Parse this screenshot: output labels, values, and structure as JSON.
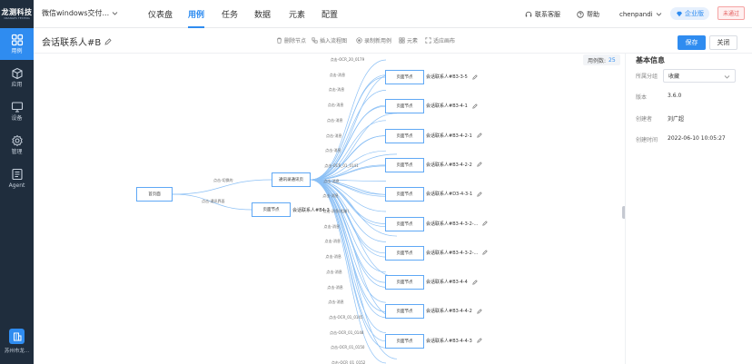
{
  "brand": {
    "logo_text": "龙测科技",
    "logo_sub": "ORANGES TESTING"
  },
  "sidebar": {
    "items": [
      {
        "label": "用例",
        "icon": "grid-icon",
        "active": true
      },
      {
        "label": "应用",
        "icon": "cube-icon",
        "active": false
      },
      {
        "label": "设备",
        "icon": "monitor-icon",
        "active": false
      },
      {
        "label": "管理",
        "icon": "gear-icon",
        "active": false
      },
      {
        "label": "Agent",
        "icon": "list-icon",
        "active": false
      }
    ],
    "org_name": "苏州市龙..."
  },
  "topbar": {
    "project": "微信windows交付...",
    "menus": [
      "仪表盘",
      "用例",
      "任务",
      "数据",
      "元素",
      "配置"
    ],
    "active_menu": "用例",
    "support": "联系客服",
    "help": "帮助",
    "user": "chenpandi",
    "edition": "企业版",
    "unpaid": "未通过"
  },
  "header": {
    "title": "会话联系人#B",
    "tools": [
      "删除节点",
      "插入流程图",
      "录制新用例",
      "元素",
      "适应画布"
    ],
    "save": "保存",
    "close": "关闭"
  },
  "canvas": {
    "case_count_label": "用例数:",
    "case_count": "25",
    "root_node": "首页面",
    "mid_nodes": [
      "通讯录通讯页",
      "页面节点"
    ],
    "edge_labels_left": [
      "点击-切换的",
      "点击-通讯界面"
    ],
    "mid_leaf_label": "会话联系人#B4-3",
    "leaf_node_text": "页面节点",
    "leaves": [
      "会话联系人#B3-3-5",
      "会话联系人#B3-4-1",
      "会话联系人#B3-4-2-1",
      "会话联系人#B3-4-2-2",
      "会话联系人#D3-4-3-1",
      "会话联系人#B3-4-3-2-...",
      "会话联系人#B3-4-3-2-...",
      "会话联系人#B3-4-4",
      "会话联系人#B3-4-4-2",
      "会话联系人#B3-4-4-3"
    ],
    "fan_labels": [
      "点击-OCR_20_0179",
      "点击-消息",
      "点击-消息",
      "点击-消息",
      "点击-消息",
      "点击-消息",
      "点击-消息",
      "点击-OCR_01_0141",
      "点击-消息",
      "点击-消息",
      "点击-消息(相册)",
      "点击-消息",
      "点击-消息",
      "点击-消息",
      "点击-消息",
      "点击-消息",
      "点击-消息",
      "点击-OCR_01_0145",
      "点击-OCR_01_0148",
      "点击-OCR_01_0150",
      "点击-OCR_01_0152"
    ]
  },
  "panel": {
    "title": "基本信息",
    "group_label": "所属分组",
    "group_value": "收藏",
    "version_label": "版本",
    "version_value": "3.6.0",
    "creator_label": "创建者",
    "creator_value": "刘广超",
    "created_label": "创建时间",
    "created_value": "2022-06-10 10:05:27"
  },
  "colors": {
    "accent": "#2f8cf0",
    "sidebar": "#1f2d3d",
    "edge": "#8cc0f5"
  }
}
